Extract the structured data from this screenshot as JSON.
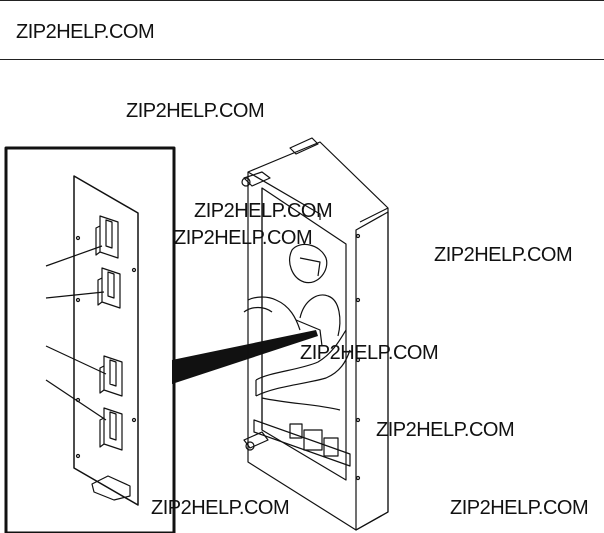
{
  "header": {
    "site_label": "ZIP2HELP.COM"
  },
  "watermarks": [
    "ZIP2HELP.COM",
    "ZIP2HELP.COM",
    "ZIP2HELP.COM",
    "ZIP2HELP.COM",
    "ZIP2HELP.COM",
    "ZIP2HELP.COM",
    "ZIP2HELP.COM",
    "ZIP2HELP.COM"
  ],
  "figure": {
    "description_colors": {
      "line": "#111111",
      "background": "#ffffff"
    }
  }
}
